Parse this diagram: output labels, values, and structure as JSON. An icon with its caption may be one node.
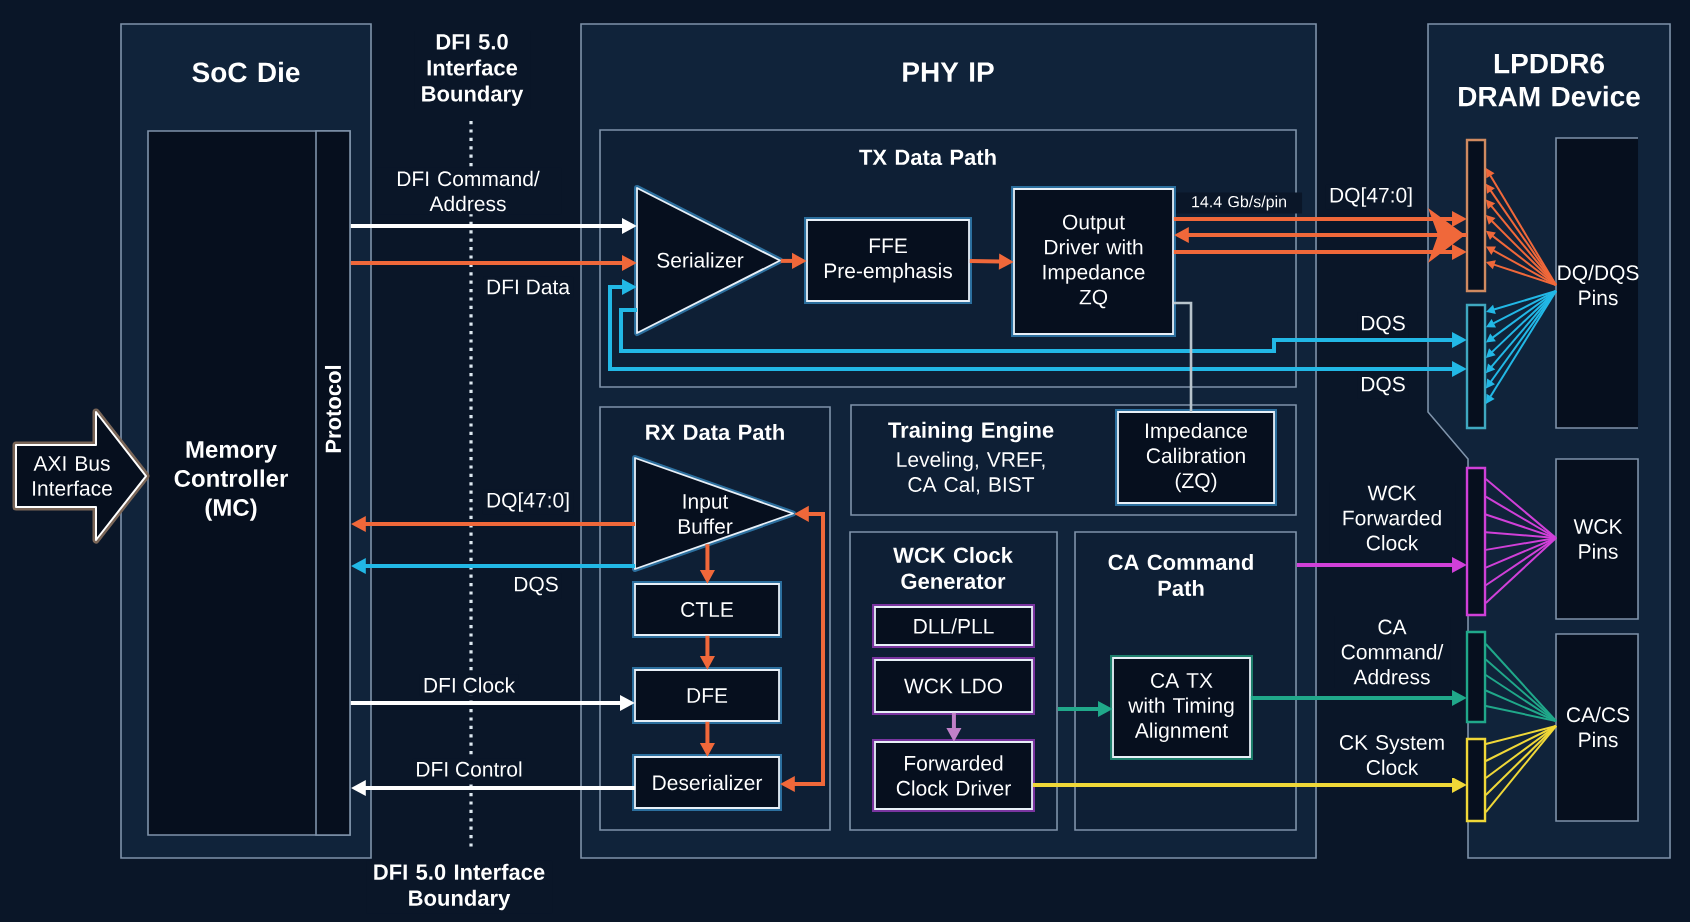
{
  "diagram": {
    "nodes": [
      {
        "text": [
          "SoC Die"
        ]
      },
      {
        "text": [
          "Memory Controller (MC)"
        ],
        "in": 0
      },
      {
        "text": [
          "Protocol"
        ],
        "in": 1
      },
      {
        "text": [
          "AXI Bus Interface"
        ]
      },
      {
        "text": [
          "PHY IP"
        ]
      },
      {
        "text": [
          "TX Data Path"
        ],
        "in": 4
      },
      {
        "text": [
          "Serializer"
        ],
        "in": 5
      },
      {
        "text": [
          "FFE Pre-emphasis"
        ],
        "in": 5
      },
      {
        "text": [
          "Output Driver with Impedance ZQ"
        ],
        "in": 5
      },
      {
        "text": [
          "RX Data Path"
        ],
        "in": 4
      },
      {
        "text": [
          "Input Buffer"
        ],
        "in": 9
      },
      {
        "text": [
          "CTLE"
        ],
        "in": 9
      },
      {
        "text": [
          "DFE"
        ],
        "in": 9
      },
      {
        "text": [
          "Deserializer"
        ],
        "in": 9
      },
      {
        "text": [
          "Training Engine",
          "Leveling, VREF, CA Cal, BIST"
        ],
        "in": 4
      },
      {
        "text": [
          "Impedance Calibration (ZQ)"
        ],
        "in": 14
      },
      {
        "text": [
          "WCK Clock Generator"
        ],
        "in": 4
      },
      {
        "text": [
          "DLL/PLL"
        ],
        "in": 16
      },
      {
        "text": [
          "WCK LDO"
        ],
        "in": 16
      },
      {
        "text": [
          "Forwarded Clock Driver"
        ],
        "in": 16
      },
      {
        "text": [
          "CA Command Path"
        ],
        "in": 4
      },
      {
        "text": [
          "CA TX with Timing Alignment"
        ],
        "in": 20
      },
      {
        "text": [
          "LPDDR6 DRAM Device"
        ]
      },
      {
        "text": [],
        "shape": "bar",
        "in": 22
      },
      {
        "text": [],
        "shape": "bar",
        "in": 22
      },
      {
        "text": [],
        "shape": "bar",
        "in": 22
      },
      {
        "text": [],
        "shape": "bar",
        "in": 22
      },
      {
        "text": [],
        "shape": "bar",
        "in": 22
      },
      {
        "text": [
          "DQ/DQS Pins"
        ],
        "in": 22
      },
      {
        "text": [
          "WCK Pins"
        ],
        "in": 22
      },
      {
        "text": [
          "CA/CS Pins"
        ],
        "in": 22
      }
    ],
    "edges": [
      {
        "from": 2,
        "to": 6,
        "arrow": "to",
        "label": "DFI Command/ Address",
        "color": "#ffffff"
      },
      {
        "from": 2,
        "to": 6,
        "arrow": "to",
        "label": "DFI Data",
        "color": "#f0683a"
      },
      {
        "from": 10,
        "to": 2,
        "arrow": "to",
        "label": "DQ[47:0]",
        "color": "#f0683a"
      },
      {
        "from": 10,
        "to": 2,
        "arrow": "to",
        "label": "DQS",
        "color": "#22b8e6"
      },
      {
        "from": 2,
        "to": 12,
        "arrow": "to",
        "label": "DFI Clock",
        "color": "#ffffff"
      },
      {
        "from": 13,
        "to": 2,
        "arrow": "to",
        "label": "DFI Control",
        "color": "#ffffff"
      },
      {
        "from": 6,
        "to": 7,
        "arrow": "to",
        "color": "#f0683a"
      },
      {
        "from": 7,
        "to": 8,
        "arrow": "to",
        "color": "#f0683a"
      },
      {
        "from": 8,
        "to": 23,
        "arrow": "to",
        "label": "DQ[47:0]",
        "color": "#f0683a"
      },
      {
        "from": 23,
        "to": 8,
        "arrow": "to",
        "color": "#f0683a"
      },
      {
        "from": 8,
        "to": 23,
        "arrow": "to",
        "color": "#f0683a"
      },
      {
        "from": 6,
        "to": 24,
        "arrow": "to",
        "label": "DQS",
        "color": "#22b8e6"
      },
      {
        "from": 24,
        "to": 6,
        "arrow": "both",
        "label": "DQS",
        "color": "#22b8e6"
      },
      {
        "from": 8,
        "to": 15,
        "arrow": "none",
        "color": "#b8c4cc"
      },
      {
        "from": 10,
        "to": 13,
        "arrow": "both",
        "color": "#f0683a"
      },
      {
        "from": 10,
        "to": 11,
        "arrow": "to",
        "color": "#f0683a"
      },
      {
        "from": 11,
        "to": 12,
        "arrow": "to",
        "color": "#f0683a"
      },
      {
        "from": 12,
        "to": 13,
        "arrow": "to",
        "color": "#f0683a"
      },
      {
        "from": 18,
        "to": 19,
        "arrow": "to",
        "color": "#c080c8"
      },
      {
        "from": 16,
        "to": 21,
        "arrow": "to",
        "color": "#20a88a"
      },
      {
        "from": 20,
        "to": 25,
        "arrow": "to",
        "label": "WCK Forwarded Clock",
        "color": "#d040d8"
      },
      {
        "from": 21,
        "to": 26,
        "arrow": "to",
        "label": "CA Command/ Address",
        "color": "#20a88a"
      },
      {
        "from": 19,
        "to": 27,
        "arrow": "to",
        "label": "CK System Clock",
        "color": "#f0d838"
      },
      {
        "from": 28,
        "to": 23,
        "arrow": "to",
        "color": "#f0683a"
      },
      {
        "from": 28,
        "to": 23,
        "arrow": "to",
        "color": "#f0683a"
      },
      {
        "from": 28,
        "to": 23,
        "arrow": "to",
        "color": "#f0683a"
      },
      {
        "from": 28,
        "to": 23,
        "arrow": "to",
        "color": "#f0683a"
      },
      {
        "from": 28,
        "to": 23,
        "arrow": "to",
        "color": "#f0683a"
      },
      {
        "from": 28,
        "to": 23,
        "arrow": "to",
        "color": "#f0683a"
      },
      {
        "from": 28,
        "to": 23,
        "arrow": "to",
        "color": "#f0683a"
      },
      {
        "from": 28,
        "to": 24,
        "arrow": "to",
        "color": "#22b8e6"
      },
      {
        "from": 28,
        "to": 24,
        "arrow": "to",
        "color": "#22b8e6"
      },
      {
        "from": 28,
        "to": 24,
        "arrow": "to",
        "color": "#22b8e6"
      },
      {
        "from": 28,
        "to": 24,
        "arrow": "to",
        "color": "#22b8e6"
      },
      {
        "from": 28,
        "to": 24,
        "arrow": "to",
        "color": "#22b8e6"
      },
      {
        "from": 28,
        "to": 24,
        "arrow": "to",
        "color": "#22b8e6"
      },
      {
        "from": 28,
        "to": 24,
        "arrow": "to",
        "color": "#22b8e6"
      },
      {
        "from": 29,
        "to": 25,
        "arrow": "none",
        "color": "#d040d8"
      },
      {
        "from": 29,
        "to": 25,
        "arrow": "none",
        "color": "#d040d8"
      },
      {
        "from": 29,
        "to": 25,
        "arrow": "none",
        "color": "#d040d8"
      },
      {
        "from": 29,
        "to": 25,
        "arrow": "none",
        "color": "#d040d8"
      },
      {
        "from": 29,
        "to": 25,
        "arrow": "none",
        "color": "#d040d8"
      },
      {
        "from": 29,
        "to": 25,
        "arrow": "none",
        "color": "#d040d8"
      },
      {
        "from": 29,
        "to": 25,
        "arrow": "none",
        "color": "#d040d8"
      },
      {
        "from": 29,
        "to": 25,
        "arrow": "none",
        "color": "#d040d8"
      },
      {
        "from": 30,
        "to": 26,
        "arrow": "none",
        "color": "#20a88a"
      },
      {
        "from": 30,
        "to": 26,
        "arrow": "none",
        "color": "#20a88a"
      },
      {
        "from": 30,
        "to": 26,
        "arrow": "none",
        "color": "#20a88a"
      },
      {
        "from": 30,
        "to": 26,
        "arrow": "none",
        "color": "#20a88a"
      },
      {
        "from": 30,
        "to": 26,
        "arrow": "none",
        "color": "#20a88a"
      },
      {
        "from": 30,
        "to": 27,
        "arrow": "none",
        "color": "#f0d838"
      },
      {
        "from": 30,
        "to": 27,
        "arrow": "none",
        "color": "#f0d838"
      },
      {
        "from": 30,
        "to": 27,
        "arrow": "none",
        "color": "#f0d838"
      },
      {
        "from": 30,
        "to": 27,
        "arrow": "none",
        "color": "#f0d838"
      },
      {
        "from": 30,
        "to": 27,
        "arrow": "none",
        "color": "#f0d838"
      }
    ],
    "labels": [
      "DFI 5.0 Interface Boundary",
      "14.4 Gb/s/pin",
      "DFI 5.0 Interface Boundary"
    ]
  }
}
